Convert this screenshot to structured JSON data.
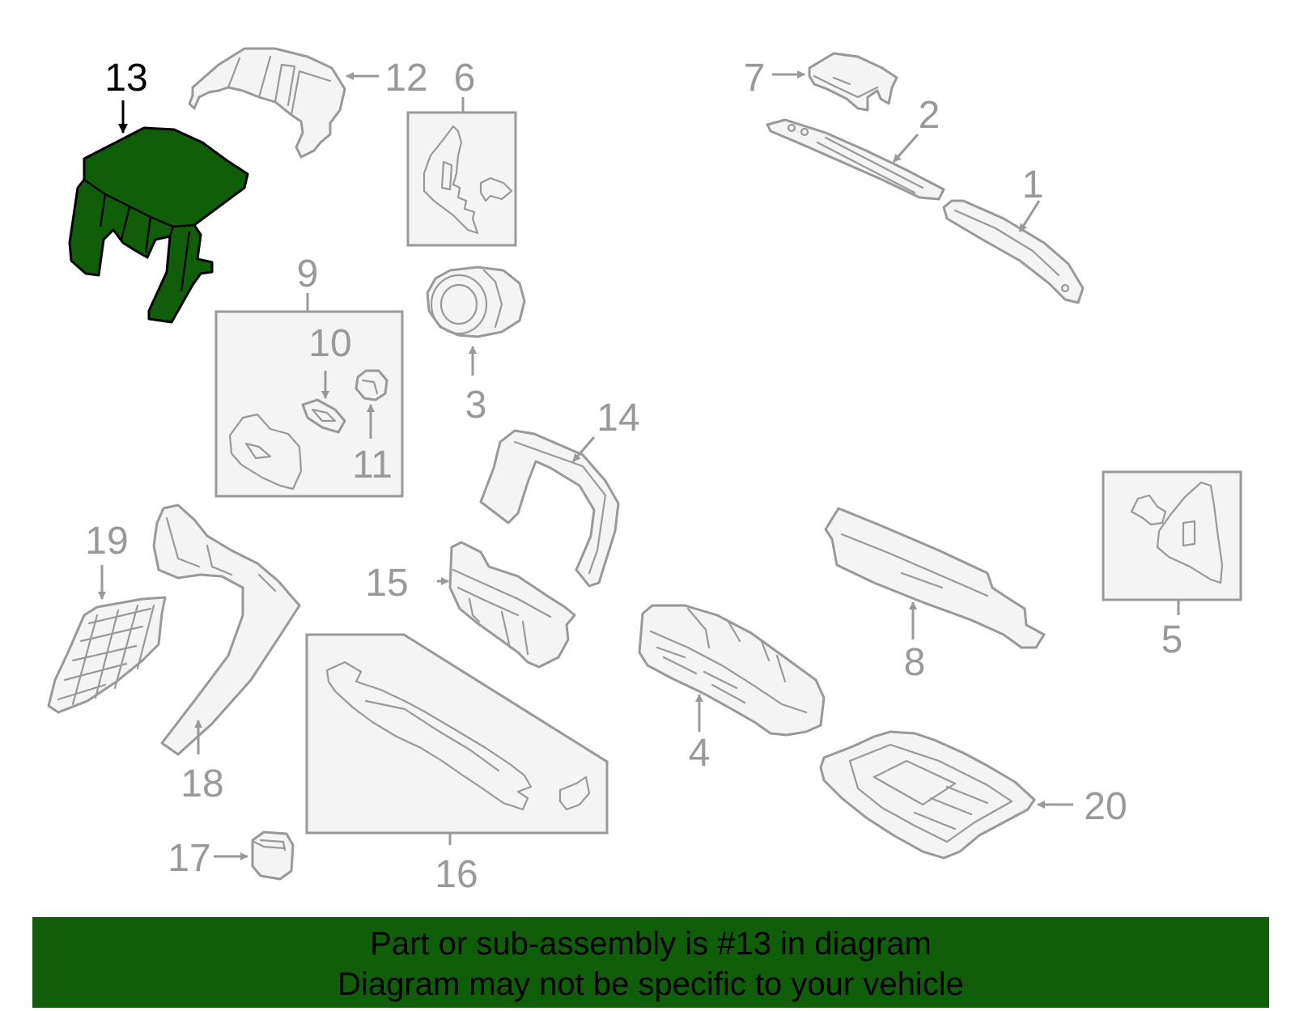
{
  "diagram": {
    "highlighted_part": "13",
    "highlight_color": "#115e0a",
    "line_color": "#999999",
    "callouts": [
      {
        "id": "c1",
        "label": "1"
      },
      {
        "id": "c2",
        "label": "2"
      },
      {
        "id": "c3",
        "label": "3"
      },
      {
        "id": "c4",
        "label": "4"
      },
      {
        "id": "c5",
        "label": "5"
      },
      {
        "id": "c6",
        "label": "6"
      },
      {
        "id": "c7",
        "label": "7"
      },
      {
        "id": "c8",
        "label": "8"
      },
      {
        "id": "c9",
        "label": "9"
      },
      {
        "id": "c10",
        "label": "10"
      },
      {
        "id": "c11",
        "label": "11"
      },
      {
        "id": "c12",
        "label": "12"
      },
      {
        "id": "c13",
        "label": "13"
      },
      {
        "id": "c14",
        "label": "14"
      },
      {
        "id": "c15",
        "label": "15"
      },
      {
        "id": "c16",
        "label": "16"
      },
      {
        "id": "c17",
        "label": "17"
      },
      {
        "id": "c18",
        "label": "18"
      },
      {
        "id": "c19",
        "label": "19"
      },
      {
        "id": "c20",
        "label": "20"
      }
    ]
  },
  "banner": {
    "line1": "Part or sub-assembly is #13 in diagram",
    "line2": "Diagram may not be specific to your vehicle",
    "background": "#115e0a"
  }
}
